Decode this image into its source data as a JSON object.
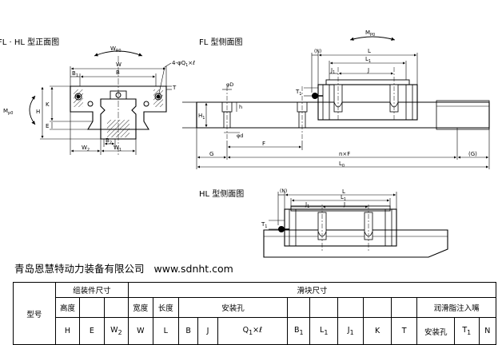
{
  "titles": {
    "front": "FL · HL 型正面图",
    "fl_side": "FL 型侧面图",
    "hl_side": "HL 型侧面图"
  },
  "front_labels": {
    "wr": "W",
    "wr_sub": "R0",
    "w": "W",
    "b": "B",
    "b1": "B",
    "b1_sub": "1",
    "hole": "4-φQ",
    "hole_sub": "1",
    "hole_tail": "×ℓ",
    "t": "T",
    "k": "K",
    "h": "H",
    "e": "E",
    "my": "M",
    "my_sub": "p0",
    "b2": "B",
    "b2_sub": "2",
    "w1": "W",
    "w1_sub": "1",
    "w2": "W",
    "w2_sub": "2"
  },
  "fl_labels": {
    "n": "(N)",
    "l": "L",
    "l1": "L",
    "l1_sub": "1",
    "j1": "J",
    "j1_sub": "1",
    "j": "J",
    "t1": "T",
    "t1_sub": "1",
    "mp": "M",
    "mp_sub": "P0",
    "phi_d": "φD",
    "h_small": "h",
    "h1": "H",
    "h1_sub": "1",
    "phi_d_small": "φd",
    "f": "F",
    "g": "G",
    "nf": "n×F",
    "g_paren": "(G)",
    "lo": "L",
    "lo_sub": "0"
  },
  "hl_labels": {
    "n": "(N)",
    "l": "L",
    "l1": "L",
    "l1_sub": "1",
    "j1": "J",
    "j1_sub": "1",
    "j": "J",
    "t1": "T",
    "t1_sub": "1"
  },
  "company": {
    "name": "青岛恩慧特动力装备有限公司",
    "url": "www.sdnht.com"
  },
  "table": {
    "model": "型号",
    "assembly": "组装件尺寸",
    "block": "滑块尺寸",
    "height": "高度",
    "width": "宽度",
    "length": "长度",
    "mount_hole": "安装孔",
    "grease": "润滑脂注入嘴",
    "cols": {
      "h": "H",
      "e": "E",
      "w2": "W",
      "w2_sub": "2",
      "w": "W",
      "l": "L",
      "b": "B",
      "j": "J",
      "q1": "Q",
      "q1_sub": "1",
      "q1_tail": "×ℓ",
      "b1": "B",
      "b1_sub": "1",
      "l1": "L",
      "l1_sub": "1",
      "j1": "J",
      "j1_sub": "1",
      "k": "K",
      "t": "T",
      "hole": "安装孔",
      "t1": "T",
      "t1_sub": "1",
      "n": "N"
    }
  }
}
